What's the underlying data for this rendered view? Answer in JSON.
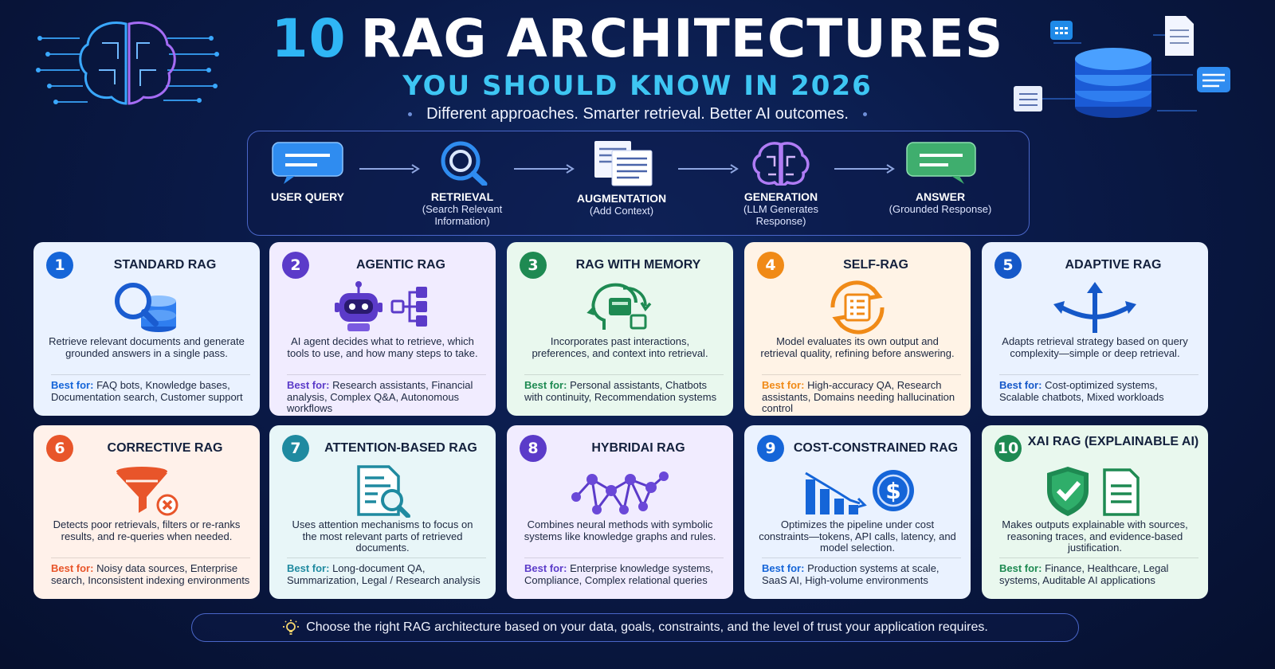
{
  "header": {
    "title_number": "10",
    "title_text": "RAG ARCHITECTURES",
    "subtitle": "YOU SHOULD KNOW IN 2026",
    "tagline": "Different approaches. Smarter retrieval. Better AI outcomes."
  },
  "pipeline": [
    {
      "label": "USER QUERY",
      "sub": "",
      "icon": "chat-bubble-icon",
      "color": "#2f8cf0"
    },
    {
      "label": "RETRIEVAL",
      "sub": "(Search Relevant Information)",
      "icon": "magnifier-icon",
      "color": "#2f8cf0"
    },
    {
      "label": "AUGMENTATION",
      "sub": "(Add Context)",
      "icon": "documents-icon",
      "color": "#ffffff"
    },
    {
      "label": "GENERATION",
      "sub": "(LLM Generates Response)",
      "icon": "brain-icon",
      "color": "#9b6cf0"
    },
    {
      "label": "ANSWER",
      "sub": "(Grounded Response)",
      "icon": "answer-bubble-icon",
      "color": "#3fae6e"
    }
  ],
  "cards": [
    {
      "num": "1",
      "title": "STANDARD RAG",
      "desc": "Retrieve relevant documents and generate grounded answers in a single pass.",
      "best_label": "Best for:",
      "best": "FAQ bots, Knowledge bases, Documentation search, Customer support",
      "accent": "#1565d8",
      "bg": "#eaf2ff",
      "icon": "search-database-icon"
    },
    {
      "num": "2",
      "title": "AGENTIC RAG",
      "desc": "AI agent decides what to retrieve, which tools to use, and how many steps to take.",
      "best_label": "Best for:",
      "best": "Research assistants, Financial analysis, Complex Q&A, Autonomous workflows",
      "accent": "#5b3bc9",
      "bg": "#f1ecff",
      "icon": "robot-agent-icon"
    },
    {
      "num": "3",
      "title": "RAG WITH MEMORY",
      "desc": "Incorporates past interactions, preferences, and context into retrieval.",
      "best_label": "Best for:",
      "best": "Personal assistants, Chatbots with continuity, Recommendation systems",
      "accent": "#1e8a52",
      "bg": "#e9f8ee",
      "icon": "memory-head-icon"
    },
    {
      "num": "4",
      "title": "SELF-RAG",
      "desc": "Model evaluates its own output and retrieval quality, refining before answering.",
      "best_label": "Best for:",
      "best": "High-accuracy QA, Research assistants, Domains needing hallucination control",
      "accent": "#f08a17",
      "bg": "#fff3e6",
      "icon": "self-check-icon"
    },
    {
      "num": "5",
      "title": "ADAPTIVE RAG",
      "desc": "Adapts retrieval strategy based on query complexity—simple or deep retrieval.",
      "best_label": "Best for:",
      "best": "Cost-optimized systems, Scalable chatbots, Mixed workloads",
      "accent": "#1558c8",
      "bg": "#eaf2ff",
      "icon": "branch-arrows-icon"
    },
    {
      "num": "6",
      "title": "CORRECTIVE RAG",
      "desc": "Detects poor retrievals, filters or re-ranks results, and re-queries when needed.",
      "best_label": "Best for:",
      "best": "Noisy data sources, Enterprise search, Inconsistent indexing environments",
      "accent": "#e8552a",
      "bg": "#fff1ea",
      "icon": "funnel-filter-icon"
    },
    {
      "num": "7",
      "title": "ATTENTION-BASED RAG",
      "desc": "Uses attention mechanisms to focus on the most relevant parts of retrieved documents.",
      "best_label": "Best for:",
      "best": "Long-document QA, Summarization, Legal / Research analysis",
      "accent": "#1f8aa0",
      "bg": "#e8f6f8",
      "icon": "document-search-icon"
    },
    {
      "num": "8",
      "title": "HYBRIDAI RAG",
      "desc": "Combines neural methods with symbolic systems like knowledge graphs and rules.",
      "best_label": "Best for:",
      "best": "Enterprise knowledge systems, Compliance, Complex relational queries",
      "accent": "#5b3bc9",
      "bg": "#f1ecff",
      "icon": "knowledge-graph-icon"
    },
    {
      "num": "9",
      "title": "COST-CONSTRAINED RAG",
      "desc": "Optimizes the pipeline under cost constraints—tokens, API calls, latency, and model selection.",
      "best_label": "Best for:",
      "best": "Production systems at scale, SaaS AI, High-volume environments",
      "accent": "#1565d8",
      "bg": "#eaf2ff",
      "icon": "cost-chart-icon"
    },
    {
      "num": "10",
      "title": "XAI RAG (EXPLAINABLE AI)",
      "desc": "Makes outputs explainable with sources, reasoning traces, and evidence-based justification.",
      "best_label": "Best for:",
      "best": "Finance, Healthcare, Legal systems, Auditable AI applications",
      "accent": "#1e8a52",
      "bg": "#e9f8ee",
      "icon": "shield-document-icon"
    }
  ],
  "footer": "Choose the right RAG architecture based on your data, goals, constraints, and the level of trust your application requires."
}
